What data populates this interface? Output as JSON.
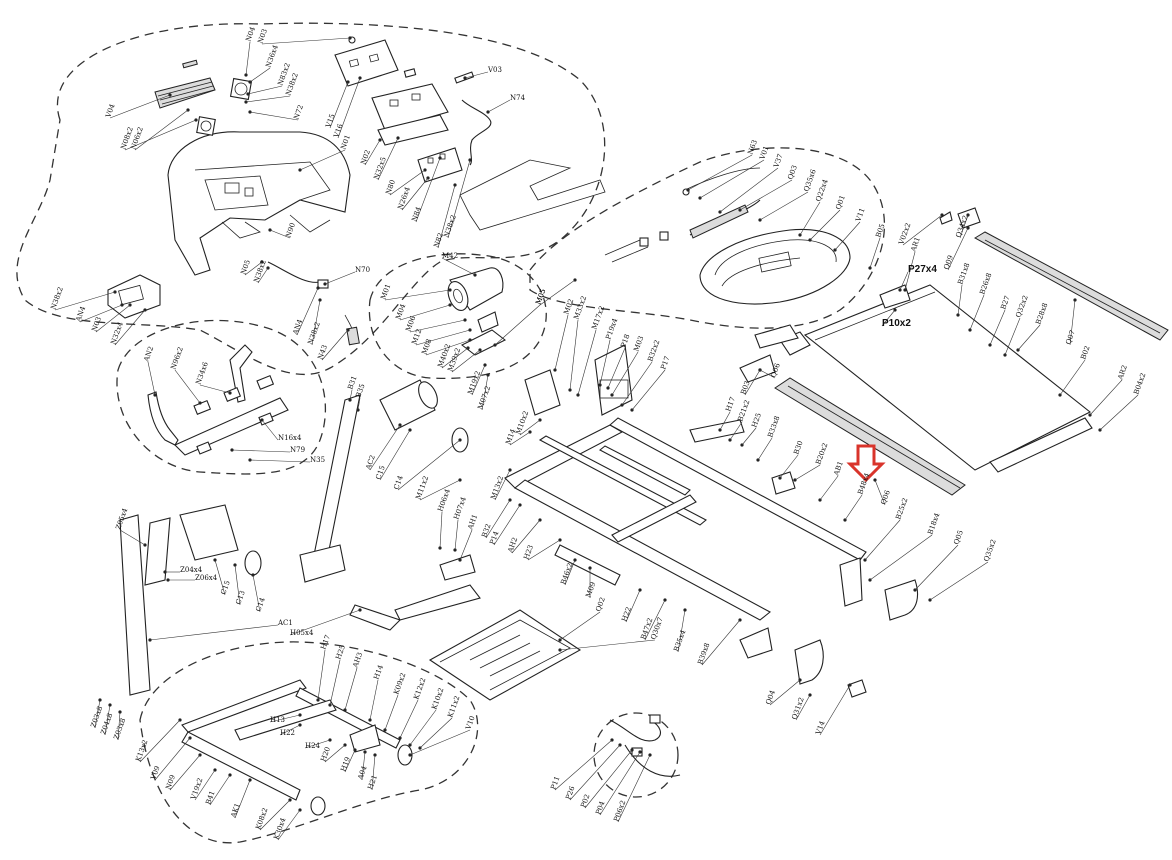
{
  "diagram": {
    "highlight_arrow": {
      "color": "#d9342b",
      "target": "B48x4"
    },
    "labels": [
      {
        "id": "n03",
        "text": "N03"
      },
      {
        "id": "n04",
        "text": "N04"
      },
      {
        "id": "n36x4",
        "text": "N36x4"
      },
      {
        "id": "n83x2",
        "text": "N83x2"
      },
      {
        "id": "n38x2",
        "text": "N38x2"
      },
      {
        "id": "v04",
        "text": "V04"
      },
      {
        "id": "n06x2a",
        "text": "N06x2"
      },
      {
        "id": "n08x2",
        "text": "N08x2"
      },
      {
        "id": "n72",
        "text": "N72"
      },
      {
        "id": "n01",
        "text": "N01"
      },
      {
        "id": "v15",
        "text": "V15"
      },
      {
        "id": "v16",
        "text": "V16"
      },
      {
        "id": "n02",
        "text": "N02"
      },
      {
        "id": "n32x5",
        "text": "N32x5"
      },
      {
        "id": "n80",
        "text": "N80"
      },
      {
        "id": "n26x4",
        "text": "N26x4"
      },
      {
        "id": "n84",
        "text": "N84"
      },
      {
        "id": "n82",
        "text": "N82"
      },
      {
        "id": "n38x2b",
        "text": "N38x2"
      },
      {
        "id": "v03",
        "text": "V03"
      },
      {
        "id": "n74",
        "text": "N74"
      },
      {
        "id": "n90",
        "text": "N90"
      },
      {
        "id": "n05",
        "text": "N05"
      },
      {
        "id": "n38x2c",
        "text": "N38x2"
      },
      {
        "id": "n70",
        "text": "N70"
      },
      {
        "id": "an4",
        "text": "AN4"
      },
      {
        "id": "n38x2d",
        "text": "N38x2"
      },
      {
        "id": "n43",
        "text": "N43"
      },
      {
        "id": "n38x2e",
        "text": "N38x2"
      },
      {
        "id": "an4b",
        "text": "AN4"
      },
      {
        "id": "n03b",
        "text": "N03"
      },
      {
        "id": "n32x4",
        "text": "N32x4"
      },
      {
        "id": "an2",
        "text": "AN2"
      },
      {
        "id": "n96x2",
        "text": "N96x2"
      },
      {
        "id": "n34x6",
        "text": "N34x6"
      },
      {
        "id": "n16x4",
        "text": "N16x4"
      },
      {
        "id": "n79",
        "text": "N79"
      },
      {
        "id": "n35",
        "text": "N35"
      },
      {
        "id": "m42",
        "text": "M42"
      },
      {
        "id": "m01",
        "text": "M01"
      },
      {
        "id": "m04",
        "text": "M04"
      },
      {
        "id": "m06",
        "text": "M06"
      },
      {
        "id": "m12",
        "text": "M12"
      },
      {
        "id": "m08",
        "text": "M08"
      },
      {
        "id": "m40x2",
        "text": "M40x2"
      },
      {
        "id": "m39x2",
        "text": "M39x2"
      },
      {
        "id": "m19x2",
        "text": "M19x2"
      },
      {
        "id": "m07x2",
        "text": "M07x2"
      },
      {
        "id": "m05",
        "text": "M05"
      },
      {
        "id": "m02",
        "text": "M02"
      },
      {
        "id": "m33x2",
        "text": "M33x2"
      },
      {
        "id": "m17x2",
        "text": "M17x2"
      },
      {
        "id": "p19x4",
        "text": "P19x4"
      },
      {
        "id": "p18",
        "text": "P18"
      },
      {
        "id": "m03",
        "text": "M03"
      },
      {
        "id": "b32x2",
        "text": "B32x2"
      },
      {
        "id": "p17",
        "text": "P17"
      },
      {
        "id": "m10x2",
        "text": "M10x2"
      },
      {
        "id": "m14",
        "text": "M14"
      },
      {
        "id": "m13x2",
        "text": "M13x2"
      },
      {
        "id": "n63",
        "text": "N63"
      },
      {
        "id": "v01",
        "text": "V01"
      },
      {
        "id": "v37",
        "text": "V37"
      },
      {
        "id": "q03",
        "text": "Q03"
      },
      {
        "id": "q35x6",
        "text": "Q35x6"
      },
      {
        "id": "q22x4",
        "text": "Q22x4"
      },
      {
        "id": "q01",
        "text": "Q01"
      },
      {
        "id": "v11",
        "text": "V11"
      },
      {
        "id": "m05b",
        "text": "M05"
      },
      {
        "id": "b05",
        "text": "B05"
      },
      {
        "id": "v02x2",
        "text": "V02x2"
      },
      {
        "id": "q34x2",
        "text": "Q34x2"
      },
      {
        "id": "ar1",
        "text": "AR1"
      },
      {
        "id": "p27x4",
        "text": "P27x4"
      },
      {
        "id": "q09",
        "text": "Q09"
      },
      {
        "id": "b31x8",
        "text": "B31x8"
      },
      {
        "id": "b26x8",
        "text": "B26x8"
      },
      {
        "id": "p10x2",
        "text": "P10x2"
      },
      {
        "id": "b27",
        "text": "B27"
      },
      {
        "id": "q32x2",
        "text": "Q32x2"
      },
      {
        "id": "b28x8",
        "text": "B28x8"
      },
      {
        "id": "q07",
        "text": "Q07"
      },
      {
        "id": "b02",
        "text": "B02"
      },
      {
        "id": "ar2",
        "text": "AR2"
      },
      {
        "id": "b04x2",
        "text": "B04x2"
      },
      {
        "id": "b03",
        "text": "B03"
      },
      {
        "id": "q06",
        "text": "Q06"
      },
      {
        "id": "h17",
        "text": "H17"
      },
      {
        "id": "b21x2",
        "text": "B21x2"
      },
      {
        "id": "h25",
        "text": "H25"
      },
      {
        "id": "b33x8",
        "text": "B33x8"
      },
      {
        "id": "b30",
        "text": "B30"
      },
      {
        "id": "b20x2",
        "text": "B20x2"
      },
      {
        "id": "ab1",
        "text": "AB1"
      },
      {
        "id": "b48x4",
        "text": "B48x4"
      },
      {
        "id": "q06b",
        "text": "Q06"
      },
      {
        "id": "b25x2",
        "text": "B25x2"
      },
      {
        "id": "b18x4",
        "text": "B18x4"
      },
      {
        "id": "q05",
        "text": "Q05"
      },
      {
        "id": "q35x2",
        "text": "Q35x2"
      },
      {
        "id": "b31",
        "text": "B31"
      },
      {
        "id": "b35",
        "text": "B35"
      },
      {
        "id": "ac2",
        "text": "AC2"
      },
      {
        "id": "c15",
        "text": "C15"
      },
      {
        "id": "c14",
        "text": "C14"
      },
      {
        "id": "m11x2",
        "text": "M11x2"
      },
      {
        "id": "h06x4",
        "text": "H06x4"
      },
      {
        "id": "h07x4",
        "text": "H07x4"
      },
      {
        "id": "ah1",
        "text": "AH1"
      },
      {
        "id": "b32",
        "text": "B32"
      },
      {
        "id": "p14",
        "text": "P14"
      },
      {
        "id": "ah2",
        "text": "AH2"
      },
      {
        "id": "h23",
        "text": "H23"
      },
      {
        "id": "b46x2",
        "text": "B46x2"
      },
      {
        "id": "m09",
        "text": "M09"
      },
      {
        "id": "h22",
        "text": "H22"
      },
      {
        "id": "b47x2",
        "text": "B47x2"
      },
      {
        "id": "b35x4",
        "text": "B35x4"
      },
      {
        "id": "b39x8",
        "text": "B39x8"
      },
      {
        "id": "q02",
        "text": "Q02"
      },
      {
        "id": "q30x7",
        "text": "Q30x7"
      },
      {
        "id": "q04",
        "text": "Q04"
      },
      {
        "id": "q31x2",
        "text": "Q31x2"
      },
      {
        "id": "v14",
        "text": "V14"
      },
      {
        "id": "z05x4",
        "text": "Z05x4"
      },
      {
        "id": "z04x4",
        "text": "Z04x4"
      },
      {
        "id": "z06x4",
        "text": "Z06x4"
      },
      {
        "id": "c15b",
        "text": "C15"
      },
      {
        "id": "c13",
        "text": "C13"
      },
      {
        "id": "c14b",
        "text": "C14"
      },
      {
        "id": "ac1",
        "text": "AC1"
      },
      {
        "id": "h05x4",
        "text": "H05x4"
      },
      {
        "id": "z03x8",
        "text": "Z03x8"
      },
      {
        "id": "z04x8",
        "text": "Z04x8"
      },
      {
        "id": "z03x8b",
        "text": "Z03x8"
      },
      {
        "id": "h17b",
        "text": "H17"
      },
      {
        "id": "h25b",
        "text": "H25"
      },
      {
        "id": "ah3",
        "text": "AH3"
      },
      {
        "id": "h14",
        "text": "H14"
      },
      {
        "id": "k09x2",
        "text": "K09x2"
      },
      {
        "id": "k12x2",
        "text": "K12x2"
      },
      {
        "id": "k10x2",
        "text": "K10x2"
      },
      {
        "id": "k11x2",
        "text": "K11x2"
      },
      {
        "id": "v10",
        "text": "V10"
      },
      {
        "id": "h13",
        "text": "H13"
      },
      {
        "id": "h22b",
        "text": "H22"
      },
      {
        "id": "h24",
        "text": "H24"
      },
      {
        "id": "h20",
        "text": "H20"
      },
      {
        "id": "h19",
        "text": "H19"
      },
      {
        "id": "a04",
        "text": "A04"
      },
      {
        "id": "h21",
        "text": "H21"
      },
      {
        "id": "k13x2",
        "text": "K13x2"
      },
      {
        "id": "v09",
        "text": "V09"
      },
      {
        "id": "n09",
        "text": "N09"
      },
      {
        "id": "v19x2",
        "text": "V19x2"
      },
      {
        "id": "b41",
        "text": "B41"
      },
      {
        "id": "ak1",
        "text": "AK1"
      },
      {
        "id": "k08x2",
        "text": "K08x2"
      },
      {
        "id": "k30x4",
        "text": "K30x4"
      },
      {
        "id": "p11",
        "text": "P11"
      },
      {
        "id": "p26",
        "text": "P26"
      },
      {
        "id": "p02",
        "text": "P02"
      },
      {
        "id": "p04",
        "text": "P04"
      },
      {
        "id": "p06x2",
        "text": "P06x2"
      }
    ]
  }
}
